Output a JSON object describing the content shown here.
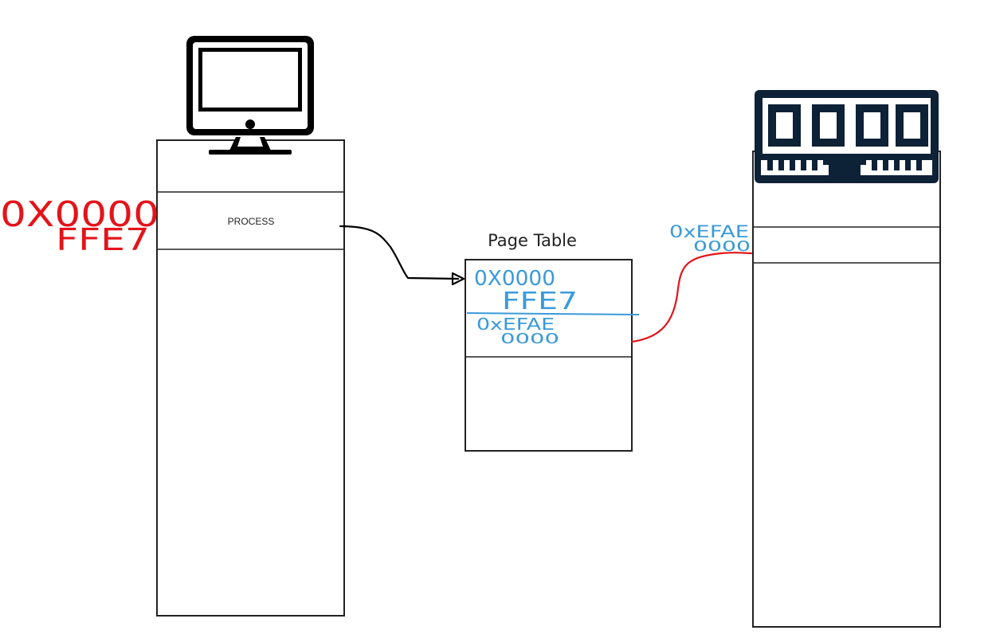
{
  "diagram": {
    "process_label": "PROCESS",
    "page_table_title": "Page Table",
    "virtual_address": {
      "line1": "0X0000",
      "line2": "FFE7"
    },
    "page_table_entry_virtual": {
      "line1": "0X0000",
      "line2": "FFE7"
    },
    "page_table_entry_physical": {
      "line1": "0xEFAE",
      "line2": "0000"
    },
    "physical_address": {
      "line1": "0xEFAE",
      "line2": "0000"
    },
    "colors": {
      "handwriting_red": "#e3141b",
      "handwriting_blue": "#3a9ad9",
      "ram_icon": "#0d2137",
      "outline": "#222222"
    },
    "icons": [
      "computer-monitor-icon",
      "ram-memory-icon"
    ]
  }
}
